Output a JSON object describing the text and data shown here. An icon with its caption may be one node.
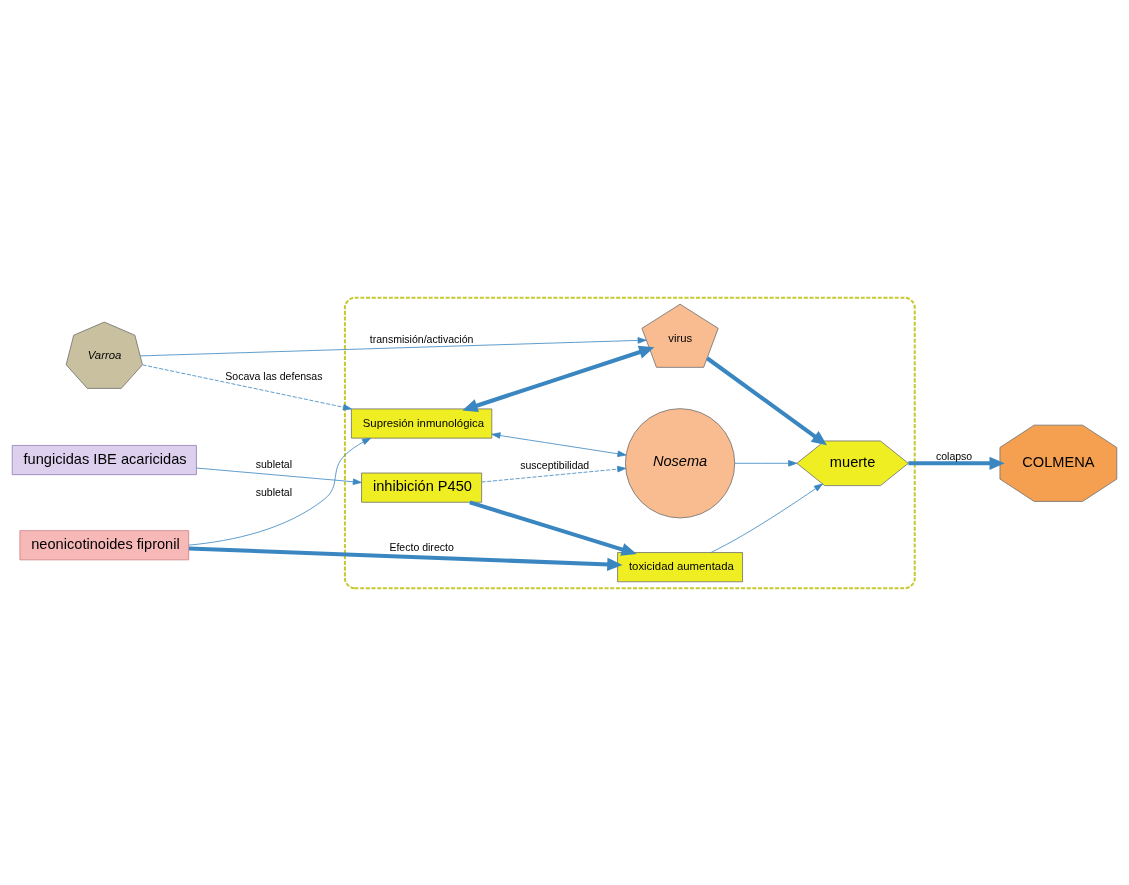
{
  "diagram": {
    "nodes": [
      {
        "text": [
          "Varroa"
        ]
      },
      {
        "text": [
          "neonicotinoides fipronil"
        ]
      },
      {
        "text": [],
        "shape": "box"
      },
      {
        "text": [
          "Supresión inmunológica"
        ],
        "in": 2
      },
      {
        "text": [
          "virus"
        ],
        "in": 2
      },
      {
        "text": [
          "toxicidad aumentada"
        ],
        "in": 2
      },
      {
        "text": [
          "muerte"
        ],
        "in": 2
      },
      {
        "text": [
          "inhibición P450"
        ],
        "in": 2
      },
      {
        "text": [
          "Nosema"
        ],
        "in": 2
      },
      {
        "text": [
          "fungicidas IBE acaricidas"
        ]
      },
      {
        "text": [
          "COLMENA"
        ]
      }
    ],
    "edges": [
      {
        "from": 0,
        "to": 3,
        "arrow": "to",
        "label": "Socava las defensas",
        "style": "dashed"
      },
      {
        "from": 0,
        "to": 4,
        "arrow": "to",
        "label": "transmisión/activación"
      },
      {
        "from": 1,
        "to": 3,
        "arrow": "to",
        "label": "subletal"
      },
      {
        "from": 1,
        "to": 5,
        "arrow": "to",
        "label": "Efecto directo",
        "style": "thick"
      },
      {
        "from": 3,
        "to": 4,
        "arrow": "both",
        "style": "thick"
      },
      {
        "from": 3,
        "to": 8,
        "arrow": "both"
      },
      {
        "from": 4,
        "to": 6,
        "arrow": "to",
        "style": "thick"
      },
      {
        "from": 5,
        "to": 6,
        "arrow": "to"
      },
      {
        "from": 7,
        "to": 5,
        "arrow": "to",
        "style": "thick"
      },
      {
        "from": 9,
        "to": 7,
        "arrow": "to",
        "label": "subletal"
      },
      {
        "from": 7,
        "to": 8,
        "arrow": "to",
        "label": "susceptibilidad",
        "style": "dashed"
      },
      {
        "from": 8,
        "to": 6,
        "arrow": "to"
      },
      {
        "from": 6,
        "to": 10,
        "arrow": "to",
        "label": "colapso",
        "style": "thick"
      }
    ]
  }
}
